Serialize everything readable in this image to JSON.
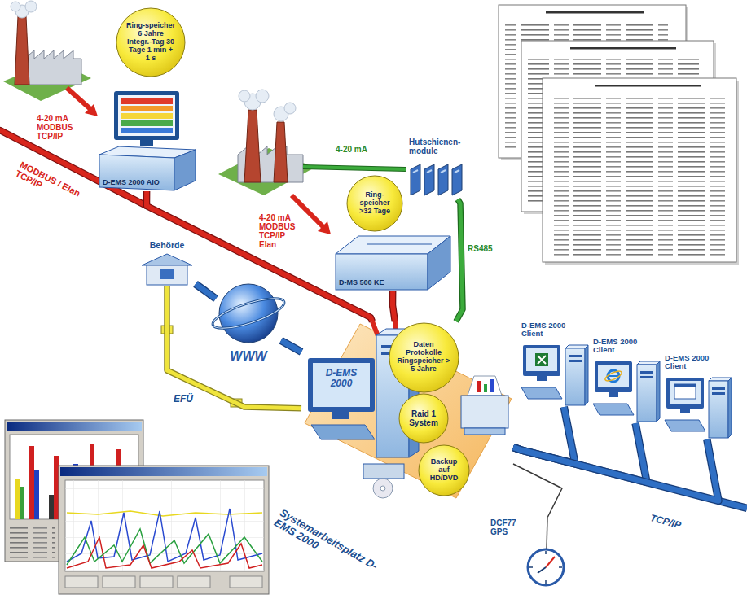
{
  "diagram": {
    "nodes": [
      {
        "text": [
          "D-EMS 2000 AIO"
        ]
      },
      {
        "text": [
          "Ring-speicher 6 Jahre Integr.-Tag 30 Tage 1 min + 1 s"
        ]
      },
      {
        "text": [
          "D-MS 500 KE"
        ]
      },
      {
        "text": [
          "Ring-speicher >32 Tage"
        ]
      },
      {
        "text": [
          "Hutschienen-module"
        ]
      },
      {
        "text": [
          "Behörde"
        ]
      },
      {
        "text": [
          "WWW"
        ]
      },
      {
        "text": [
          "Systemarbeitsplatz D-EMS 2000"
        ]
      },
      {
        "text": [
          "Daten Protokolle Ringspeicher > 5 Jahre"
        ],
        "in": 7
      },
      {
        "text": [
          "Raid 1 System"
        ],
        "in": 7
      },
      {
        "text": [
          "Backup auf HD/DVD"
        ],
        "in": 7
      },
      {
        "text": [
          "DCF77 GPS"
        ]
      },
      {
        "text": [
          "D-EMS 2000 Client"
        ]
      },
      {
        "text": [
          "D-EMS 2000 Client"
        ]
      },
      {
        "text": [
          "D-EMS 2000 Client"
        ]
      }
    ],
    "edges": [
      {
        "from": 0,
        "to": 7,
        "arrow": "none",
        "label": "MODBUS / Elan TCP/IP"
      },
      {
        "from": 2,
        "to": 7,
        "arrow": "none"
      },
      {
        "from": 4,
        "to": 7,
        "arrow": "none",
        "label": "RS485"
      },
      {
        "from": 5,
        "to": 6,
        "arrow": "none"
      },
      {
        "from": 6,
        "to": 7,
        "arrow": "none"
      },
      {
        "from": 5,
        "to": 7,
        "arrow": "none",
        "label": "EFÜ"
      },
      {
        "from": 7,
        "to": 12,
        "arrow": "none"
      },
      {
        "from": 7,
        "to": 13,
        "arrow": "none"
      },
      {
        "from": 7,
        "to": 14,
        "arrow": "none"
      },
      {
        "from": 7,
        "to": 11,
        "arrow": "none"
      }
    ],
    "labels": [
      "4-20 mA MODBUS TCP/IP",
      "4-20 mA",
      "4-20 mA MODBUS TCP/IP Elan",
      "D-EMS 2000",
      "TCP/IP"
    ]
  }
}
